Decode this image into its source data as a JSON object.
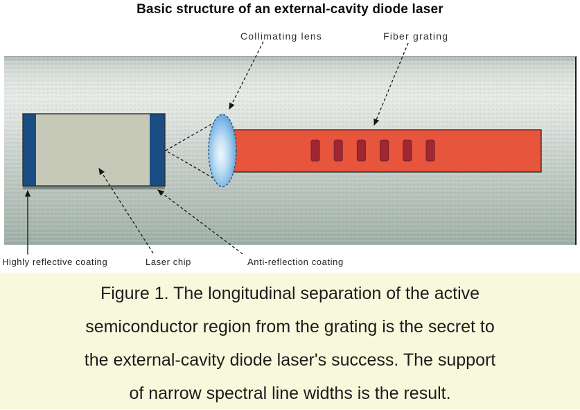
{
  "title": "Basic structure of an external-cavity diode laser",
  "diagram": {
    "labels": {
      "collimating_lens": "Collimating lens",
      "fiber_grating": "Fiber grating",
      "highly_reflective_coating": "Highly reflective coating",
      "laser_chip": "Laser chip",
      "anti_reflection_coating": "Anti-reflection coating"
    },
    "grating_bar_count": 6,
    "colors": {
      "beam_red": "#e6553c",
      "grating_bar_red": "#9e2733",
      "coating_blue": "#1b4d85",
      "chip_body_gray": "#c6c9b8",
      "lens_blue": "#4a94d0",
      "lens_highlight": "#e8f4fc",
      "panel_gray_green": "#c3cdc8",
      "caption_bg_yellow": "#f8f9dc"
    }
  },
  "caption": {
    "lines": [
      "Figure 1. The longitudinal separation of the active",
      "semiconductor region from the grating is the secret to",
      "the external-cavity diode laser's success. The support",
      "of narrow spectral line widths is the result."
    ]
  }
}
